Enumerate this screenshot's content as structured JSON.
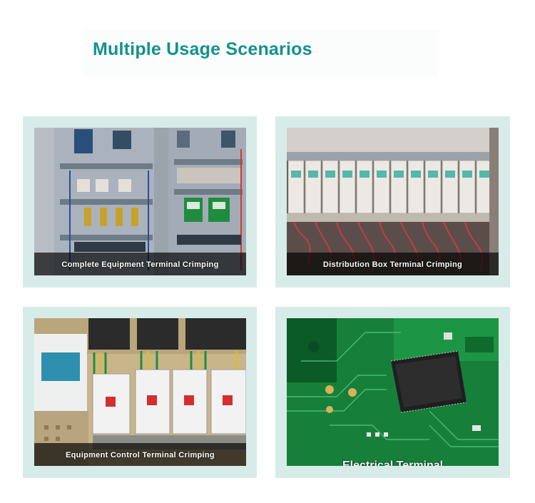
{
  "page": {
    "title": "Multiple Usage Scenarios"
  },
  "scenarios": [
    {
      "caption": "Complete Equipment Terminal Crimping"
    },
    {
      "caption": "Distribution Box Terminal Crimping"
    },
    {
      "caption": "Equipment Control Terminal Crimping"
    },
    {
      "caption": "Electrical Terminal Connection"
    }
  ],
  "colors": {
    "title": "#13928c",
    "card_background": "#d7ece8"
  }
}
